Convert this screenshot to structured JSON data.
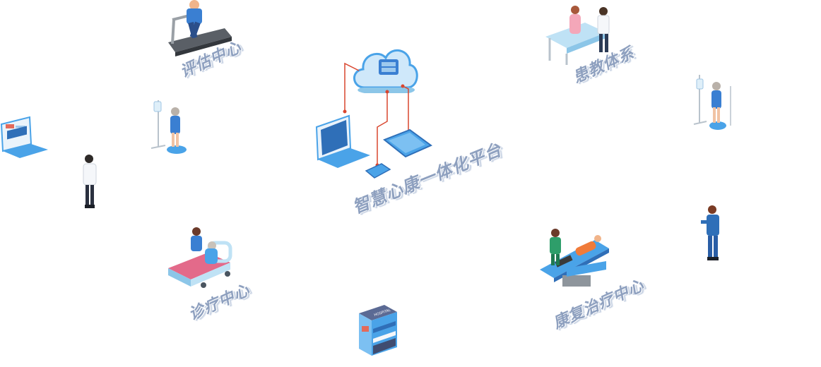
{
  "labels": {
    "assessment_center": "评估中心",
    "patient_system": "患教体系",
    "platform": "智慧心康一体化平台",
    "treatment_center": "诊疗中心",
    "rehab_center": "康复治疗中心"
  },
  "icons": {
    "hospital_sign": "HOSPITAL"
  },
  "colors": {
    "label": "#8ea0bf",
    "connector": "#d9462f",
    "device_blue": "#4aa3e8",
    "cloud_blue": "#bfe0f8"
  }
}
